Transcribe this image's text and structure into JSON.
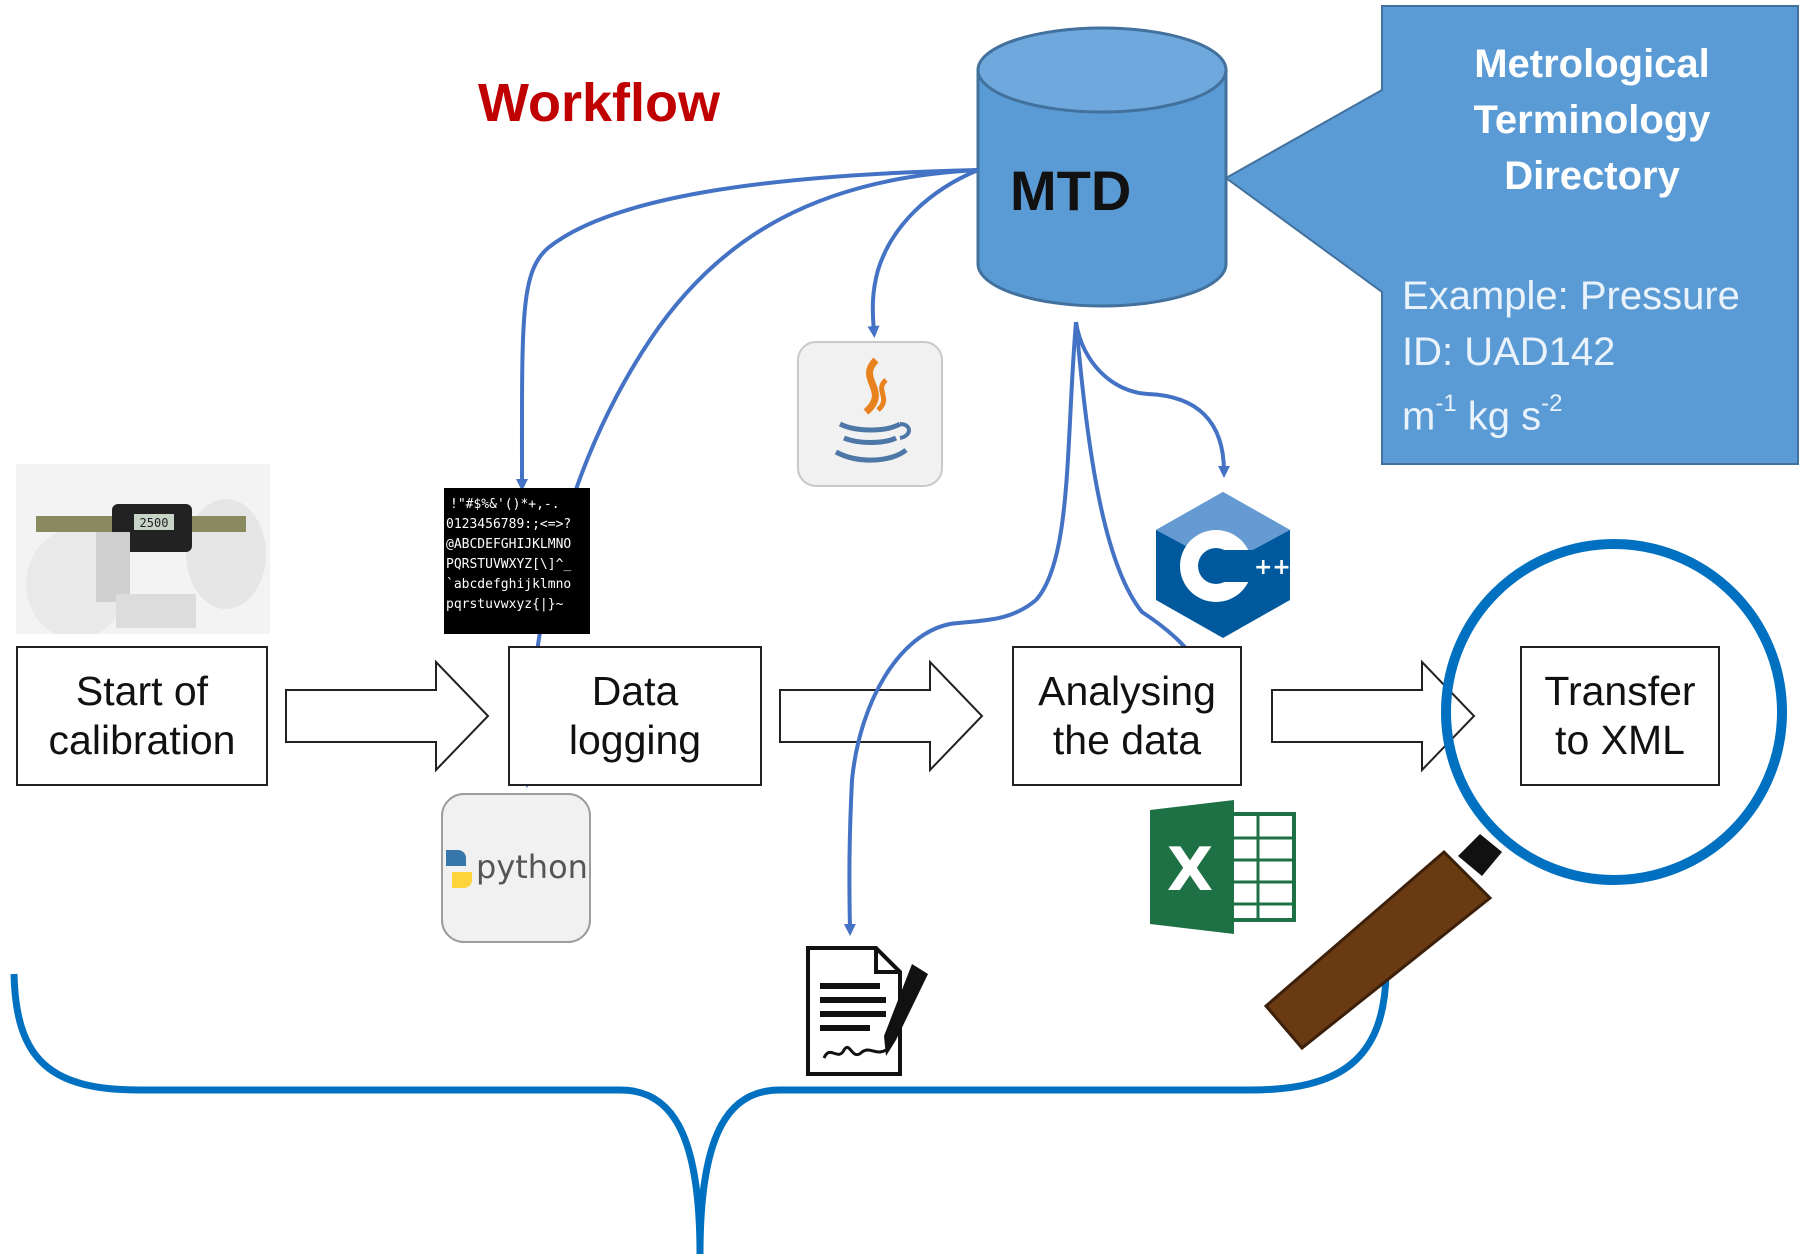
{
  "title": "Workflow",
  "steps": [
    {
      "line1": "Start of",
      "line2": "calibration"
    },
    {
      "line1": "Data",
      "line2": "logging"
    },
    {
      "line1": "Analysing",
      "line2": "the data"
    },
    {
      "line1": "Transfer",
      "line2": "to XML"
    }
  ],
  "database": {
    "label": "MTD"
  },
  "callout": {
    "title_lines": [
      "Metrological",
      "Terminology",
      "Directory"
    ],
    "example": "Example: Pressure",
    "id": "ID: UAD142",
    "unit_m": "m",
    "unit_m_exp": "-1",
    "unit_kg": "kg s",
    "unit_s_exp": "-2"
  },
  "terminal_lines": [
    "!\"#$%&'()*+,-.",
    "0123456789:;<=>?",
    "@ABCDEFGHIJKLMNO",
    "PQRSTUVWXYZ[\\]^_",
    "`abcdefghijklmno",
    "pqrstuvwxyz{|}~"
  ],
  "caliper_readout": "2500",
  "python_logo_text": "python",
  "cpp_logo_text": "++",
  "excel_logo_text": "X",
  "icons": [
    "caliper-photo-icon",
    "terminal-ascii-icon",
    "java-logo-icon",
    "python-logo-icon",
    "cpp-logo-icon",
    "excel-logo-icon",
    "signed-document-icon",
    "magnifying-glass-icon"
  ],
  "colors": {
    "title": "#c00000",
    "accent_blue": "#4472c4",
    "callout_blue": "#5b9bd5",
    "brace_blue": "#0070c0"
  }
}
